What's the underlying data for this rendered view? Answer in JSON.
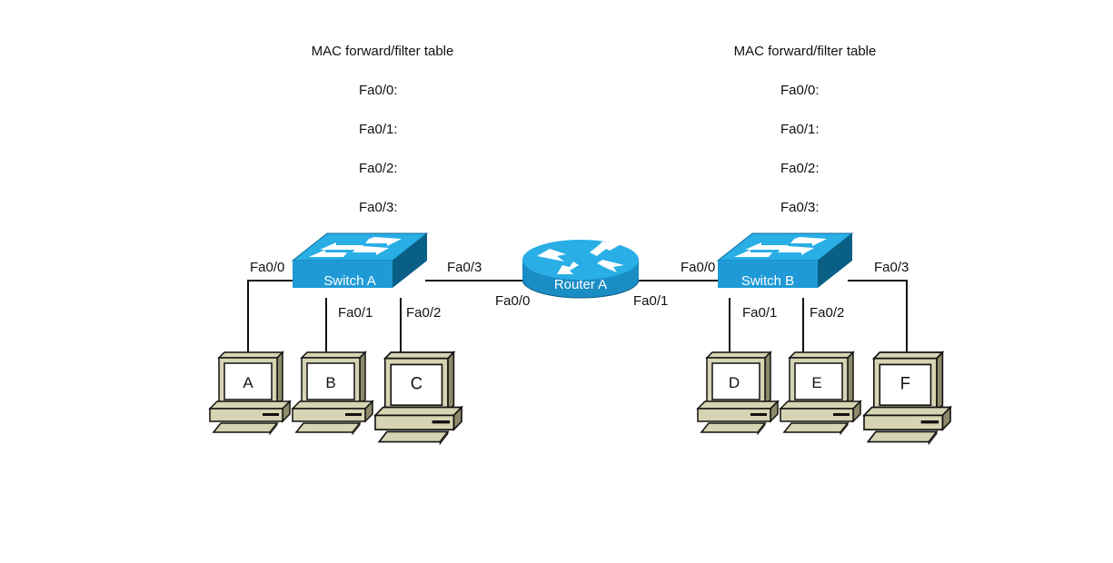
{
  "colors": {
    "device_front": "#1f9ad6",
    "device_top": "#29aee6",
    "device_side": "#0a5f86",
    "pc_body": "#d6d4b2",
    "pc_shade": "#8c8a6a",
    "wire": "#111111"
  },
  "tables": [
    {
      "title": "MAC forward/filter table",
      "rows": [
        "Fa0/0:",
        "Fa0/1:",
        "Fa0/2:",
        "Fa0/3:"
      ]
    },
    {
      "title": "MAC forward/filter table",
      "rows": [
        "Fa0/0:",
        "Fa0/1:",
        "Fa0/2:",
        "Fa0/3:"
      ]
    }
  ],
  "switches": [
    {
      "name": "Switch A",
      "icon": "switch-icon",
      "ports": {
        "p0": "Fa0/0",
        "p1": "Fa0/1",
        "p2": "Fa0/2",
        "p3": "Fa0/3"
      }
    },
    {
      "name": "Switch B",
      "icon": "switch-icon",
      "ports": {
        "p0": "Fa0/0",
        "p1": "Fa0/1",
        "p2": "Fa0/2",
        "p3": "Fa0/3"
      }
    }
  ],
  "router": {
    "name": "Router A",
    "icon": "router-icon",
    "ports": {
      "left": "Fa0/0",
      "right": "Fa0/1"
    }
  },
  "hosts": [
    {
      "label": "A",
      "icon": "pc-icon"
    },
    {
      "label": "B",
      "icon": "pc-icon"
    },
    {
      "label": "C",
      "icon": "pc-icon"
    },
    {
      "label": "D",
      "icon": "pc-icon"
    },
    {
      "label": "E",
      "icon": "pc-icon"
    },
    {
      "label": "F",
      "icon": "pc-icon"
    }
  ]
}
